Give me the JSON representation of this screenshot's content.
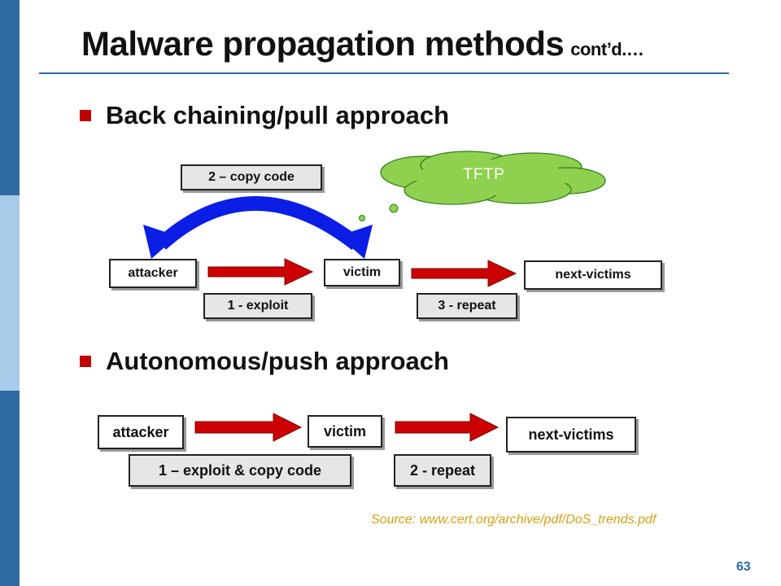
{
  "slide": {
    "title": "Malware propagation methods",
    "title_suffix": "cont’d.…",
    "page_number": "63",
    "source": "Source: www.cert.org/archive/pdf/DoS_trends.pdf"
  },
  "bullets": [
    {
      "text": "Back chaining/pull approach"
    },
    {
      "text": "Autonomous/push approach"
    }
  ],
  "pull_diagram": {
    "copy_code": "2 – copy code",
    "cloud": "TFTP",
    "attacker": "attacker",
    "victim": "victim",
    "next_victims": "next-victims",
    "exploit": "1 - exploit",
    "repeat": "3 - repeat"
  },
  "push_diagram": {
    "attacker": "attacker",
    "victim": "victim",
    "next_victims": "next-victims",
    "exploit_copy": "1 – exploit & copy code",
    "repeat": "2 - repeat"
  },
  "colors": {
    "sidebar_dark": "#2f6aa3",
    "sidebar_light": "#a9cbe9",
    "bullet": "#c00000",
    "arrow_red": "#cc0000",
    "arrow_blue": "#0a1ee6",
    "cloud_green": "#8fd14f",
    "source_text": "#d4a017"
  }
}
